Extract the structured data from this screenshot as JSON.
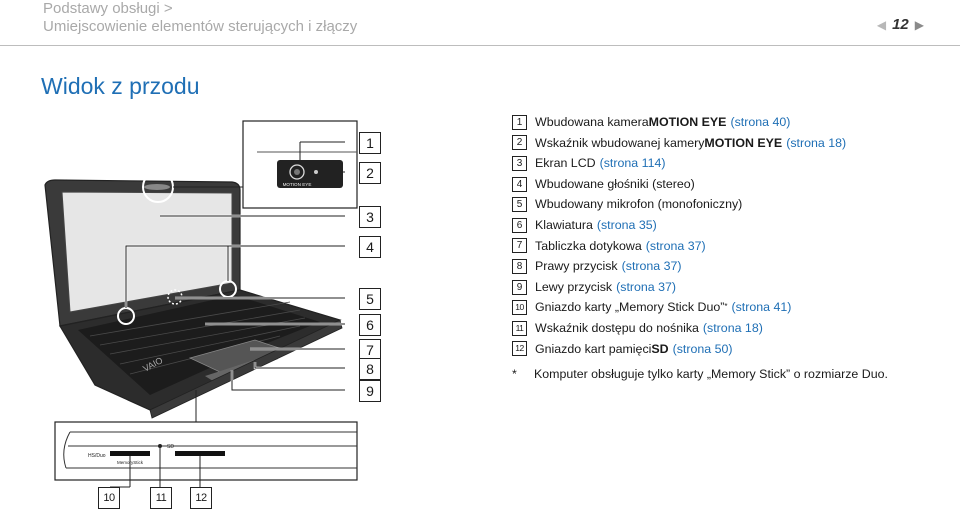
{
  "header": {
    "breadcrumb_line1": "Podstawy obsługi >",
    "breadcrumb_line2": "Umiejscowienie elementów sterujących i złączy",
    "page_number": "12",
    "prev_icon": "prev-arrow-icon",
    "next_icon": "next-arrow-icon"
  },
  "title": "Widok z przodu",
  "legend": [
    {
      "num": "1",
      "pre": "Wbudowana kamera ",
      "bold": "MOTION EYE",
      "post": "",
      "link": "(strona 40)"
    },
    {
      "num": "2",
      "pre": "Wskaźnik wbudowanej kamery ",
      "bold": "MOTION EYE",
      "post": "",
      "link": "(strona 18)"
    },
    {
      "num": "3",
      "pre": "Ekran LCD",
      "bold": "",
      "post": "",
      "link": "(strona 114)"
    },
    {
      "num": "4",
      "pre": "Wbudowane głośniki (stereo)",
      "bold": "",
      "post": "",
      "link": ""
    },
    {
      "num": "5",
      "pre": "Wbudowany mikrofon (monofoniczny)",
      "bold": "",
      "post": "",
      "link": ""
    },
    {
      "num": "6",
      "pre": "Klawiatura",
      "bold": "",
      "post": "",
      "link": "(strona 35)"
    },
    {
      "num": "7",
      "pre": "Tabliczka dotykowa",
      "bold": "",
      "post": "",
      "link": "(strona 37)"
    },
    {
      "num": "8",
      "pre": "Prawy przycisk",
      "bold": "",
      "post": "",
      "link": "(strona 37)"
    },
    {
      "num": "9",
      "pre": "Lewy przycisk",
      "bold": "",
      "post": "",
      "link": "(strona 37)"
    },
    {
      "num": "10",
      "pre": "Gniazdo karty „Memory Stick Duo”",
      "bold": "",
      "post": "*",
      "link": "(strona 41)"
    },
    {
      "num": "11",
      "pre": "Wskaźnik dostępu do nośnika",
      "bold": "",
      "post": "",
      "link": "(strona 18)"
    },
    {
      "num": "12",
      "pre": "Gniazdo kart pamięci ",
      "bold": "SD",
      "post": "",
      "link": "(strona 50)"
    }
  ],
  "footnote": {
    "mark": "*",
    "text": "Komputer obsługuje tylko karty „Memory Stick” o rozmiarze Duo."
  },
  "figure": {
    "callouts_top": [
      "1",
      "2",
      "3",
      "4",
      "5",
      "6",
      "7",
      "8",
      "9"
    ],
    "callouts_bottom": [
      "10",
      "11",
      "12"
    ],
    "camera_label": "MOTION EYE",
    "side_label_hs": "HS/Duo",
    "side_label_sd": "SD",
    "side_label_ms": "MemoryStick",
    "vaio_logo": "VAIO"
  }
}
